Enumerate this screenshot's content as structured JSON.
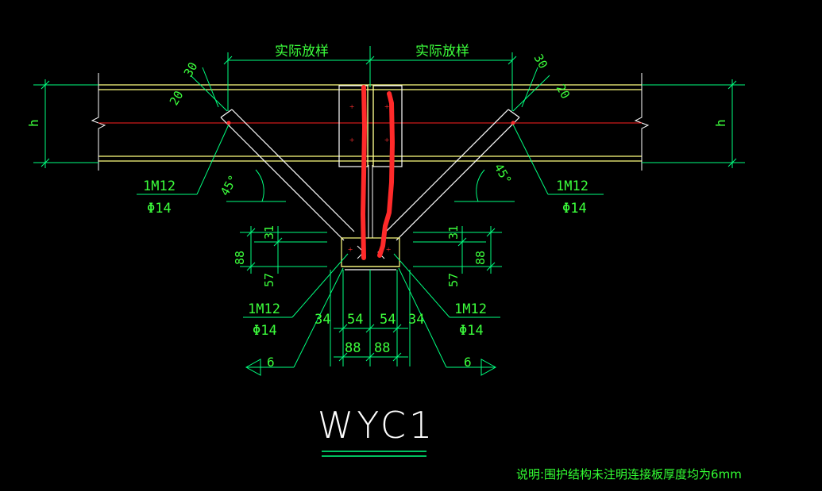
{
  "drawing": {
    "title": "WYC1",
    "dim_actual_layout_left": "实际放样",
    "dim_actual_layout_right": "实际放样",
    "dim_h_left": "h",
    "dim_h_right": "h",
    "dim_30_left": "30",
    "dim_20_left": "20",
    "dim_30_right": "30",
    "dim_20_right": "20",
    "angle_left": "45°",
    "angle_right": "45°",
    "bolt_top_left": "1M12",
    "hole_top_left": "Φ14",
    "bolt_top_right": "1M12",
    "hole_top_right": "Φ14",
    "bolt_bottom_left": "1M12",
    "hole_bottom_left": "Φ14",
    "bolt_bottom_right": "1M12",
    "hole_bottom_right": "Φ14",
    "dim_88_left": "88",
    "dim_31_left": "31",
    "dim_57_left": "57",
    "dim_88_right": "88",
    "dim_31_right": "31",
    "dim_57_right": "57",
    "dim_34_left": "34",
    "dim_54_left": "54",
    "dim_54_right": "54",
    "dim_34_right": "34",
    "dim_88_bottom_left": "88",
    "dim_88_bottom_right": "88",
    "weld_left": "6",
    "weld_right": "6",
    "note": "说明:围护结构未注明连接板厚度均为6mm",
    "colors": {
      "background": "#000000",
      "member": "#ffff80",
      "dimension": "#00ff7f",
      "dimension_text": "#3cff3c",
      "centerline": "#ff2020",
      "white": "#ffffff",
      "markup": "#ff2a2a",
      "note": "#33ff33"
    }
  }
}
